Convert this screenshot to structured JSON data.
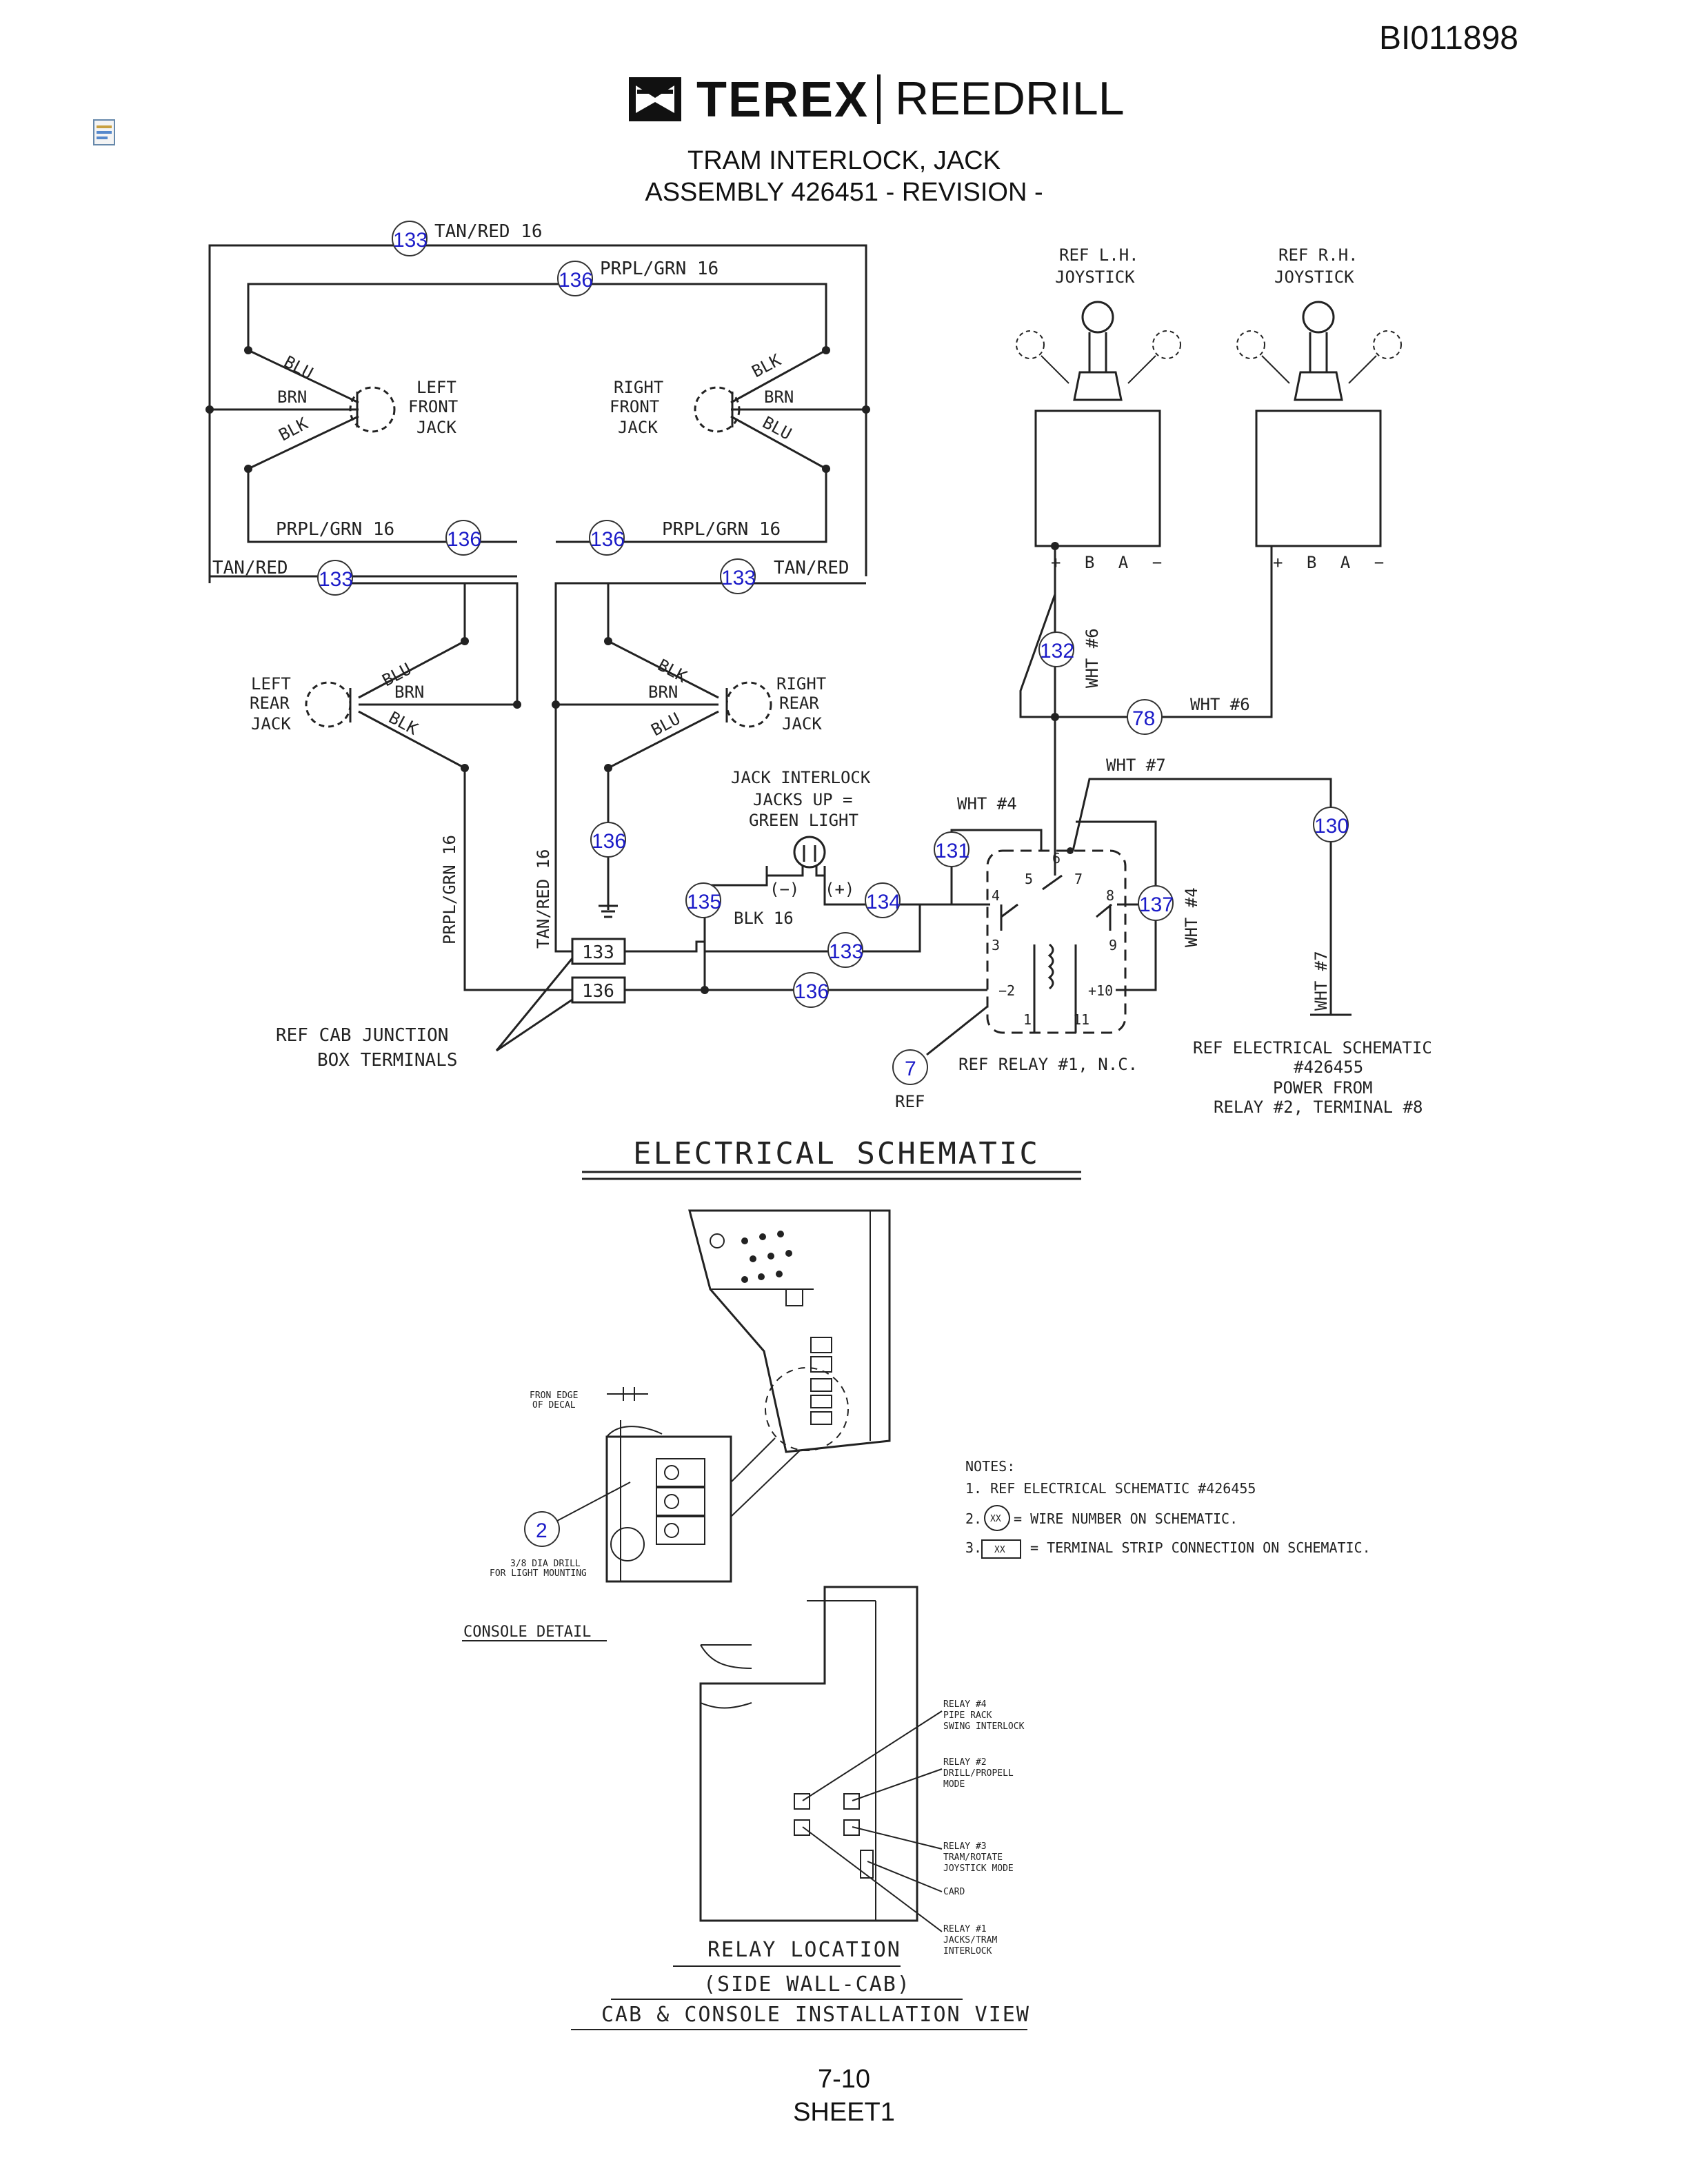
{
  "header": {
    "doc_id": "BI011898",
    "brand": "TEREX",
    "brand2": "REEDRILL",
    "title_line1": "TRAM INTERLOCK, JACK",
    "title_line2": "ASSEMBLY 426451 - REVISION -"
  },
  "schematic": {
    "title": "ELECTRICAL SCHEMATIC",
    "wire_labels": {
      "tan_red_16": "TAN/RED 16",
      "prpl_grn_16": "PRPL/GRN 16",
      "tan_red": "TAN/RED",
      "blu": "BLU",
      "brn": "BRN",
      "blk": "BLK",
      "blk_16": "BLK 16",
      "wht_4": "WHT #4",
      "wht_6": "WHT #6",
      "wht_7": "WHT #7"
    },
    "jacks": {
      "left_front": [
        "LEFT",
        "FRONT",
        "JACK"
      ],
      "right_front": [
        "RIGHT",
        "FRONT",
        "JACK"
      ],
      "left_rear": [
        "LEFT",
        "REAR",
        "JACK"
      ],
      "right_rear": [
        "RIGHT",
        "REAR",
        "JACK"
      ]
    },
    "joysticks": {
      "lh": [
        "REF L.H.",
        "JOYSTICK"
      ],
      "rh": [
        "REF R.H.",
        "JOYSTICK"
      ],
      "terminals": "+ B A −"
    },
    "interlock_light": [
      "JACK INTERLOCK",
      "JACKS UP =",
      "GREEN LIGHT"
    ],
    "light_minus": "(−)",
    "light_plus": "(+)",
    "circle_numbers": {
      "n133": "133",
      "n136": "136",
      "n132": "132",
      "n78": "78",
      "n130": "130",
      "n131": "131",
      "n134": "134",
      "n135": "135",
      "n137": "137",
      "n7": "7",
      "n2": "2"
    },
    "terminal_boxes": [
      "133",
      "136"
    ],
    "relay_pins": [
      "1",
      "2",
      "3",
      "4",
      "5",
      "6",
      "7",
      "8",
      "9",
      "10",
      "11"
    ],
    "relay_pin_labels": {
      "minus2": "−2",
      "plus10": "+10"
    },
    "cab_junction": [
      "REF CAB JUNCTION",
      "BOX TERMINALS"
    ],
    "relay_ref": "REF RELAY #1, N.C.",
    "ref": "REF",
    "elec_ref": [
      "REF ELECTRICAL SCHEMATIC",
      "#426455",
      "POWER FROM",
      "RELAY #2, TERMINAL #8"
    ]
  },
  "console": {
    "front_edge": [
      "FRON EDGE",
      "OF DECAL"
    ],
    "drill": [
      "3/8 DIA DRILL",
      "FOR LIGHT MOUNTING"
    ],
    "title": "CONSOLE DETAIL"
  },
  "notes": {
    "heading": "NOTES:",
    "items": [
      "1. REF ELECTRICAL SCHEMATIC #426455",
      "2.",
      "= WIRE NUMBER ON SCHEMATIC.",
      "3.",
      "= TERMINAL STRIP CONNECTION ON SCHEMATIC."
    ],
    "sym": "XX"
  },
  "relay_location": {
    "relay4": [
      "RELAY #4",
      "PIPE RACK",
      "SWING INTERLOCK"
    ],
    "relay2": [
      "RELAY #2",
      "DRILL/PROPELL",
      "MODE"
    ],
    "relay3": [
      "RELAY #3",
      "TRAM/ROTATE",
      "JOYSTICK MODE"
    ],
    "card": "CARD",
    "relay1": [
      "RELAY #1",
      "JACKS/TRAM",
      "INTERLOCK"
    ],
    "title": "RELAY LOCATION",
    "subtitle": "(SIDE WALL-CAB)",
    "view": "CAB & CONSOLE INSTALLATION VIEW"
  },
  "footer": {
    "page": "7-10",
    "sheet": "SHEET1"
  }
}
